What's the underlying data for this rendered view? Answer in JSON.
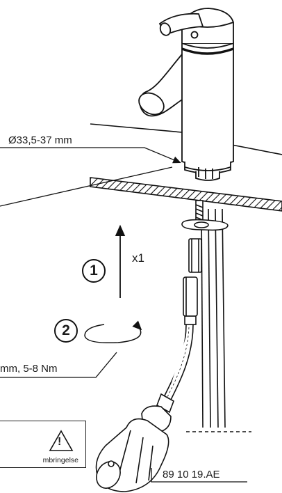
{
  "labels": {
    "diameter": "Ø33,5-37 mm",
    "count": "x1",
    "torque": "mm, 5-8 Nm",
    "part_number": "89 10 19.AE",
    "warning_text": "mbringelse"
  },
  "steps": [
    {
      "number": "1"
    },
    {
      "number": "2"
    }
  ],
  "warning": {
    "icon": "warning-triangle-icon",
    "symbol": "!"
  }
}
